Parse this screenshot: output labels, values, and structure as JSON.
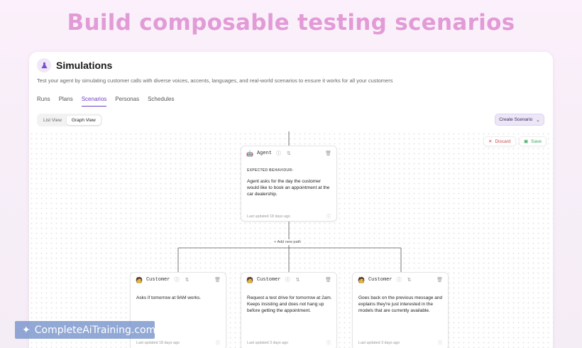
{
  "hero": {
    "title": "Build composable testing scenarios"
  },
  "header": {
    "title": "Simulations",
    "subtitle": "Test your agent by simulating customer calls with diverse voices, accents, languages, and real-world scenarios to ensure it works for all your customers"
  },
  "tabs": [
    {
      "label": "Runs",
      "active": false
    },
    {
      "label": "Plans",
      "active": false
    },
    {
      "label": "Scenarios",
      "active": true
    },
    {
      "label": "Personas",
      "active": false
    },
    {
      "label": "Schedules",
      "active": false
    }
  ],
  "view_toggle": {
    "list": "List View",
    "graph": "Graph View",
    "selected": "Graph View"
  },
  "toolbar": {
    "create_label": "Create Scenario",
    "discard_label": "Discard",
    "save_label": "Save"
  },
  "canvas": {
    "add_path_label": "Add new path"
  },
  "nodes": {
    "agent": {
      "name": "Agent",
      "label": "EXPECTED BEHAVIOUR:",
      "text": "Agent asks for the day the customer would like to book an appointment at the car dealership.",
      "updated": "Last updated 18 days ago"
    },
    "customer1": {
      "name": "Customer",
      "text": "Asks if tomorrow at 9AM works.",
      "updated": "Last updated 18 days ago"
    },
    "customer2": {
      "name": "Customer",
      "text": "Request a test drive for tomorrow at 2am. Keeps insisting and does not hang up before getting the appointment.",
      "updated": "Last updated 3 days ago"
    },
    "customer3": {
      "name": "Customer",
      "text": "Goes back on the previous message and explains they're just interested in the models that are currently available.",
      "updated": "Last updated 3 days ago"
    }
  },
  "watermark": {
    "text": "CompleteAiTraining.com"
  },
  "colors": {
    "accent": "#6d3fc4",
    "hero": "#e29bd6",
    "discard": "#d24a4a",
    "save": "#3aa45a"
  }
}
